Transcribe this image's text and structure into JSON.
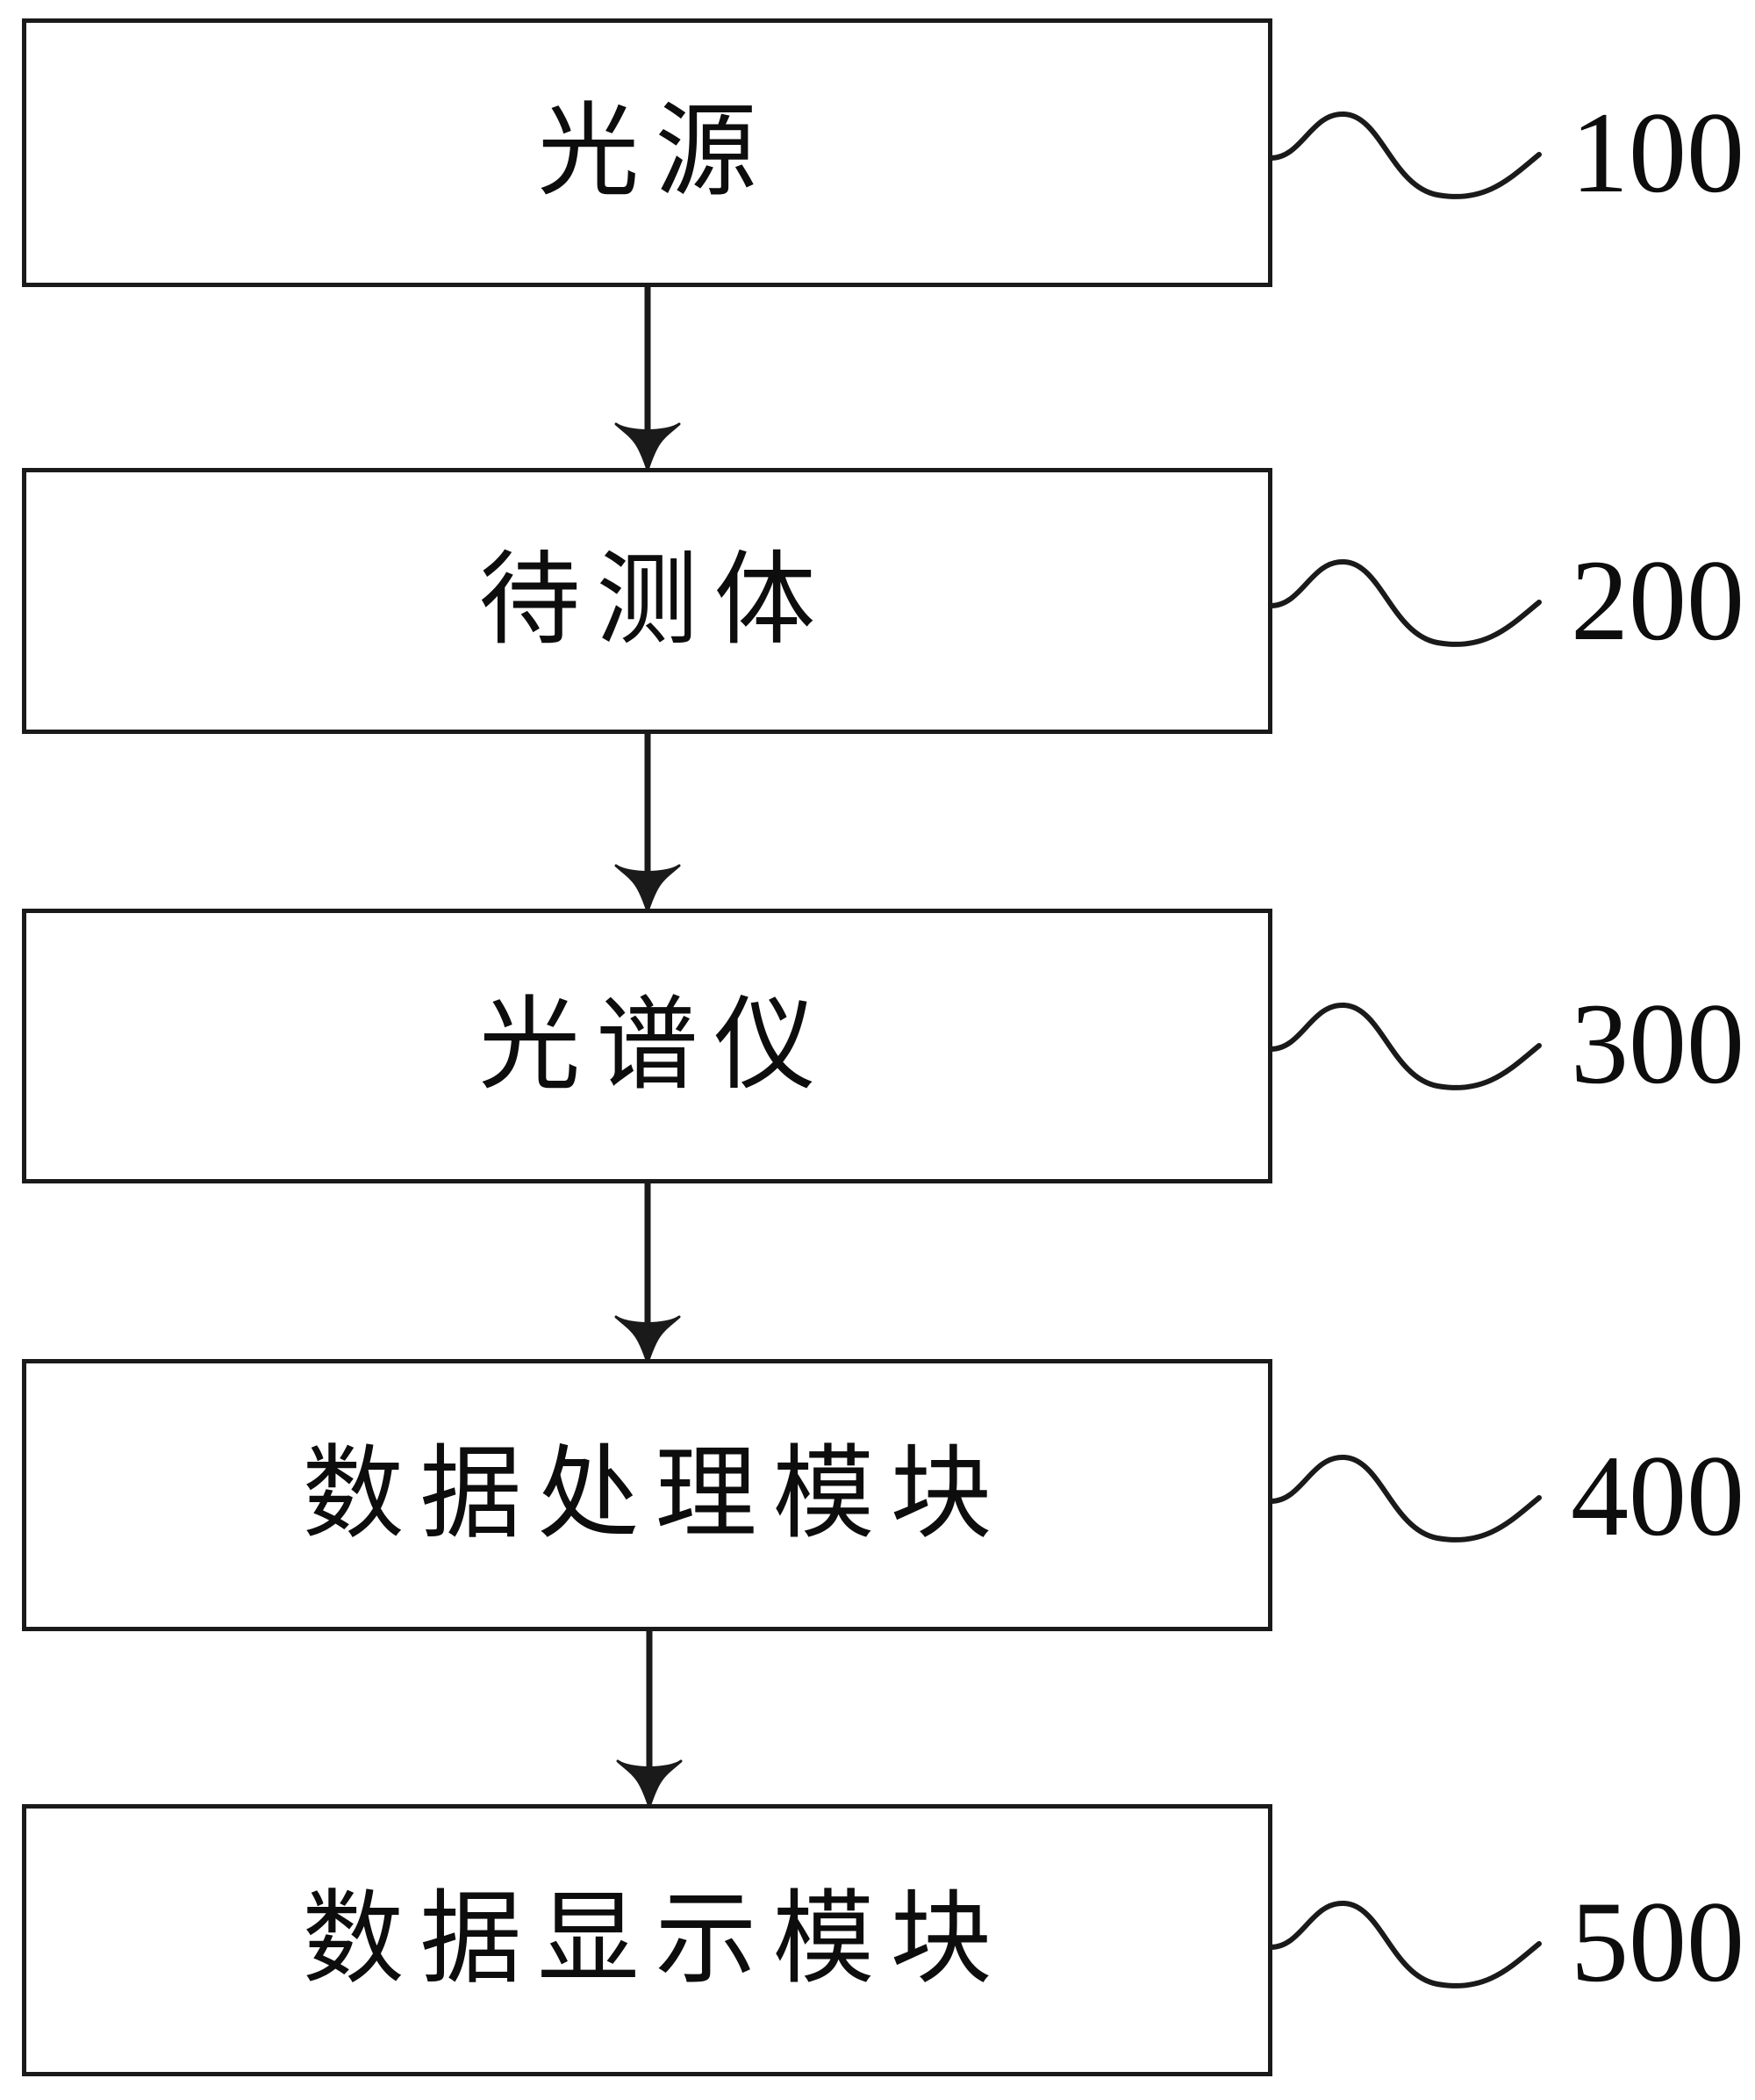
{
  "diagram": {
    "type": "flowchart",
    "orientation": "vertical",
    "background_color": "#ffffff",
    "line_color": "#1a1a1a",
    "text_color": "#0d0d0d",
    "nodes": [
      {
        "id": "light-source",
        "label": "光源",
        "ref": "100"
      },
      {
        "id": "object-under-test",
        "label": "待测体",
        "ref": "200"
      },
      {
        "id": "spectrometer",
        "label": "光谱仪",
        "ref": "300"
      },
      {
        "id": "data-processing",
        "label": "数据处理模块",
        "ref": "400"
      },
      {
        "id": "data-display",
        "label": "数据显示模块",
        "ref": "500"
      }
    ],
    "connections": [
      {
        "from": "light-source",
        "to": "object-under-test",
        "style": "arrow-down"
      },
      {
        "from": "object-under-test",
        "to": "spectrometer",
        "style": "arrow-down"
      },
      {
        "from": "spectrometer",
        "to": "data-processing",
        "style": "arrow-down"
      },
      {
        "from": "data-processing",
        "to": "data-display",
        "style": "arrow-down"
      }
    ]
  }
}
